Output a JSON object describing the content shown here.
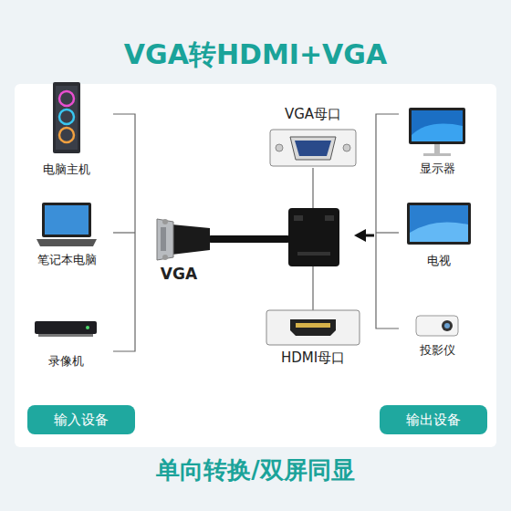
{
  "diagram": {
    "title": "VGA转HDMI+VGA",
    "caption": "单向转换/双屏同显",
    "nodes": [
      {
        "text": [
          "输入设备"
        ]
      },
      {
        "text": [
          "输出设备"
        ]
      }
    ],
    "labels": [
      "电脑主机",
      "笔记本电脑",
      "录像机",
      "VGA母口",
      "VGA",
      "HDMI母口",
      "显示器",
      "电视",
      "投影仪"
    ]
  }
}
